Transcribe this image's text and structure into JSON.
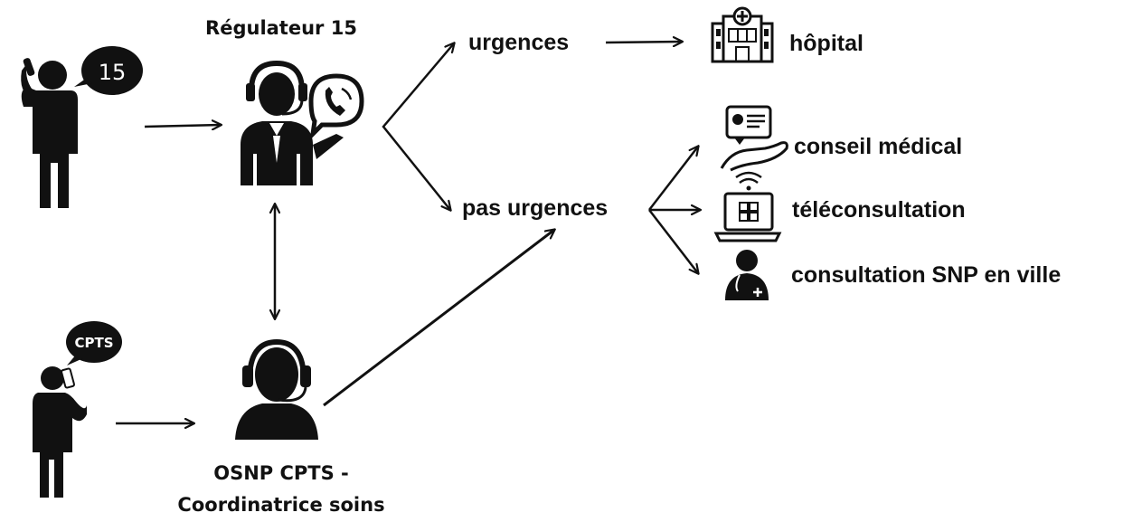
{
  "colors": {
    "ink": "#111111",
    "paper": "#ffffff"
  },
  "diagram": {
    "regulator_title": "Régulateur 15",
    "caller_top_bubble": "15",
    "caller_bottom_bubble": "CPTS",
    "coordinator_title_line1": "OSNP CPTS -",
    "coordinator_title_line2": "Coordinatrice soins",
    "node_emergency": "urgences",
    "node_non_emergency": "pas urgences",
    "outcome_hospital": "hôpital",
    "outcome_medical_advice": "conseil médical",
    "outcome_teleconsultation": "téléconsultation",
    "outcome_city_consultation": "consultation SNP en ville"
  },
  "icons": {
    "caller_top": "person-phone-icon",
    "caller_bottom": "person-phone-icon",
    "regulator": "call-center-agent-icon",
    "phone_bubble": "phone-bubble-icon",
    "coordinator": "headset-operator-icon",
    "hospital": "hospital-icon",
    "medical_advice": "hand-medical-card-icon",
    "teleconsultation": "laptop-medical-icon",
    "city_consultation": "doctor-icon"
  }
}
